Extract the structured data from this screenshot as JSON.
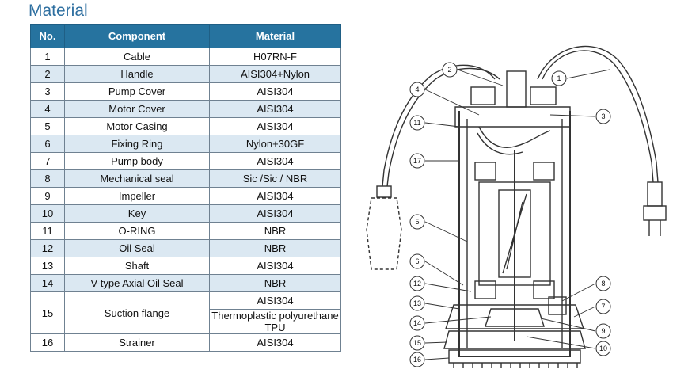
{
  "title": "Material",
  "table": {
    "headers": [
      "No.",
      "Component",
      "Material"
    ],
    "rows": [
      {
        "no": "1",
        "component": "Cable",
        "material": "H07RN-F"
      },
      {
        "no": "2",
        "component": "Handle",
        "material": "AISI304+Nylon"
      },
      {
        "no": "3",
        "component": "Pump Cover",
        "material": "AISI304"
      },
      {
        "no": "4",
        "component": "Motor Cover",
        "material": "AISI304"
      },
      {
        "no": "5",
        "component": "Motor Casing",
        "material": "AISI304"
      },
      {
        "no": "6",
        "component": "Fixing Ring",
        "material": "Nylon+30GF"
      },
      {
        "no": "7",
        "component": "Pump body",
        "material": "AISI304"
      },
      {
        "no": "8",
        "component": "Mechanical seal",
        "material": "Sic /Sic / NBR"
      },
      {
        "no": "9",
        "component": "Impeller",
        "material": "AISI304"
      },
      {
        "no": "10",
        "component": "Key",
        "material": "AISI304"
      },
      {
        "no": "11",
        "component": "O-RING",
        "material": "NBR"
      },
      {
        "no": "12",
        "component": "Oil Seal",
        "material": "NBR"
      },
      {
        "no": "13",
        "component": "Shaft",
        "material": "AISI304"
      },
      {
        "no": "14",
        "component": "V-type Axial Oil Seal",
        "material": "NBR"
      },
      {
        "no": "15",
        "component": "Suction flange",
        "material": "AISI304",
        "material2": "Thermoplastic polyurethane TPU"
      },
      {
        "no": "16",
        "component": "Strainer",
        "material": "AISI304"
      }
    ]
  },
  "diagram": {
    "callouts": [
      "1",
      "2",
      "3",
      "4",
      "5",
      "6",
      "7",
      "8",
      "9",
      "10",
      "11",
      "12",
      "13",
      "14",
      "15",
      "16",
      "17"
    ]
  }
}
